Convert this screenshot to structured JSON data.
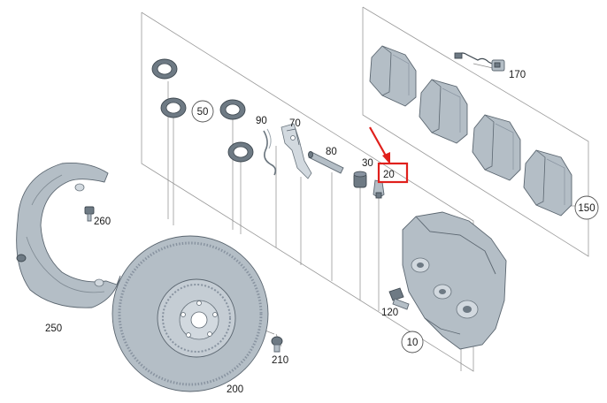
{
  "diagram": {
    "labels": {
      "p10": "10",
      "p20": "20",
      "p30": "30",
      "p50": "50",
      "p70": "70",
      "p80": "80",
      "p90": "90",
      "p120": "120",
      "p150": "150",
      "p170": "170",
      "p200": "200",
      "p210": "210",
      "p250": "250",
      "p260": "260"
    },
    "colors": {
      "part": "#b4bec6",
      "highlight": "#e0201c"
    }
  }
}
